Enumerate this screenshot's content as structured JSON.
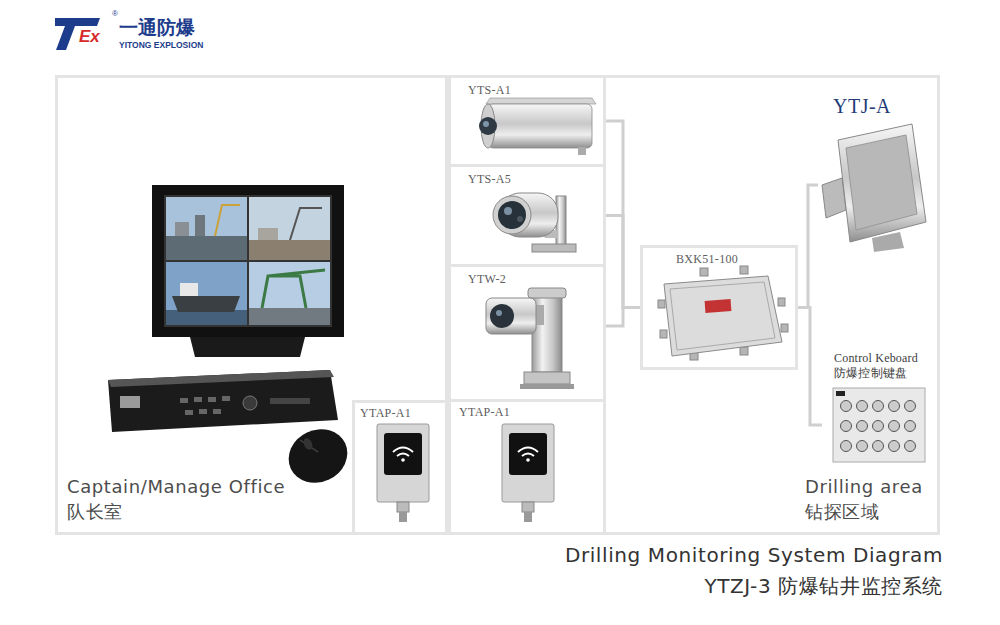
{
  "diagram": {
    "caption": "Drilling Monitoring System Diagram",
    "nodes": [
      {
        "text": [
          "Captain/Manage Office",
          "队长室"
        ]
      },
      {
        "text": [
          "YTAP-A1"
        ],
        "in": 0
      },
      {
        "text": [
          "YTS-A1"
        ]
      },
      {
        "text": [
          "YTS-A5"
        ]
      },
      {
        "text": [
          "YTW-2"
        ]
      },
      {
        "text": [
          "YTAP-A1"
        ]
      },
      {
        "text": [
          "Drilling area",
          "钻探区域"
        ]
      },
      {
        "text": [
          "BXK51-100"
        ],
        "in": 6
      },
      {
        "text": [
          "YTJ-A"
        ],
        "in": 6
      },
      {
        "text": [
          "Control Keboard",
          "防爆控制键盘"
        ],
        "in": 6
      }
    ],
    "edges": [
      {
        "from": 2,
        "to": 7,
        "arrow": "none"
      },
      {
        "from": 3,
        "to": 7,
        "arrow": "none"
      },
      {
        "from": 4,
        "to": 7,
        "arrow": "none"
      },
      {
        "from": 7,
        "to": 8,
        "arrow": "none"
      },
      {
        "from": 7,
        "to": 9,
        "arrow": "none"
      }
    ],
    "labels": [
      "Ex",
      "®",
      "一通防爆",
      "YITONG EXPLOSION",
      "YTZJ-3 防爆钻井监控系统"
    ]
  }
}
